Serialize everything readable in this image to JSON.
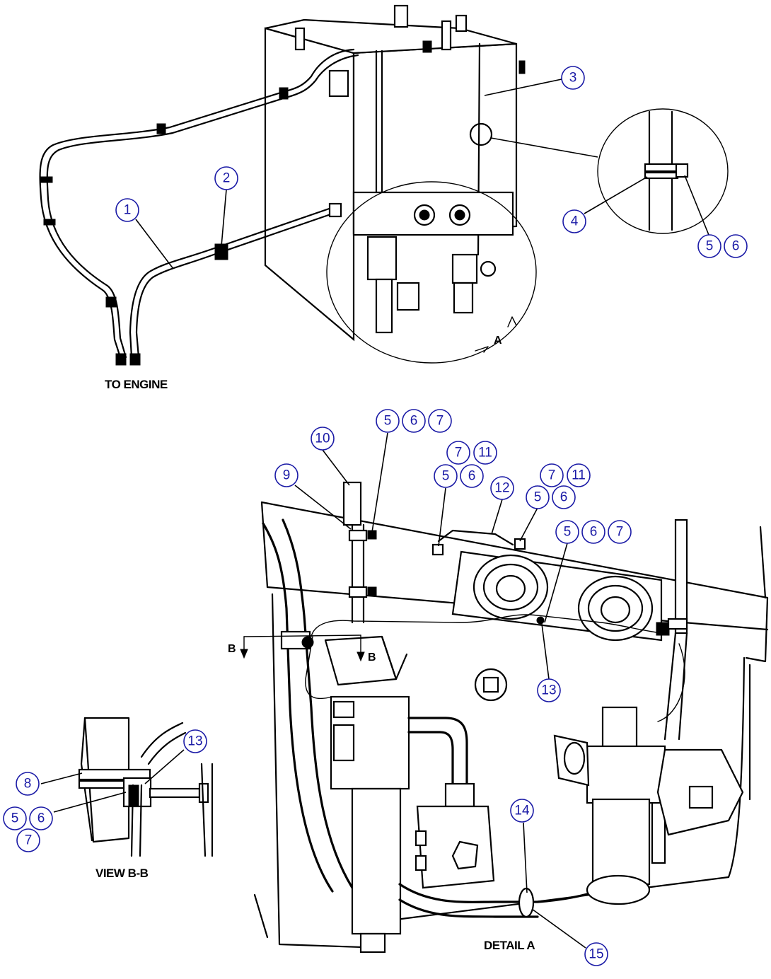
{
  "captions": {
    "to_engine": "TO ENGINE",
    "view_bb": "VIEW B-B",
    "detail_a": "DETAIL A",
    "view_arrow_a": "A",
    "section_b_left": "B",
    "section_b_right": "B"
  },
  "balloons": {
    "b1": "1",
    "b2": "2",
    "b3": "3",
    "b4": "4",
    "b5a": "5",
    "b6a": "6",
    "b5b": "5",
    "b6b": "6",
    "b7b": "7",
    "b10": "10",
    "b9": "9",
    "b7c": "7",
    "b11c": "11",
    "b5c": "5",
    "b6c": "6",
    "b12": "12",
    "b7d": "7",
    "b11d": "11",
    "b5d": "5",
    "b6d": "6",
    "b5e": "5",
    "b6e": "6",
    "b7e": "7",
    "b13a": "13",
    "b13b": "13",
    "b8": "8",
    "b5f": "5",
    "b6f": "6",
    "b7f": "7",
    "b14": "14",
    "b15": "15"
  },
  "colors": {
    "balloon_text": "#1a1aa6",
    "line": "#000000",
    "background": "#ffffff"
  }
}
